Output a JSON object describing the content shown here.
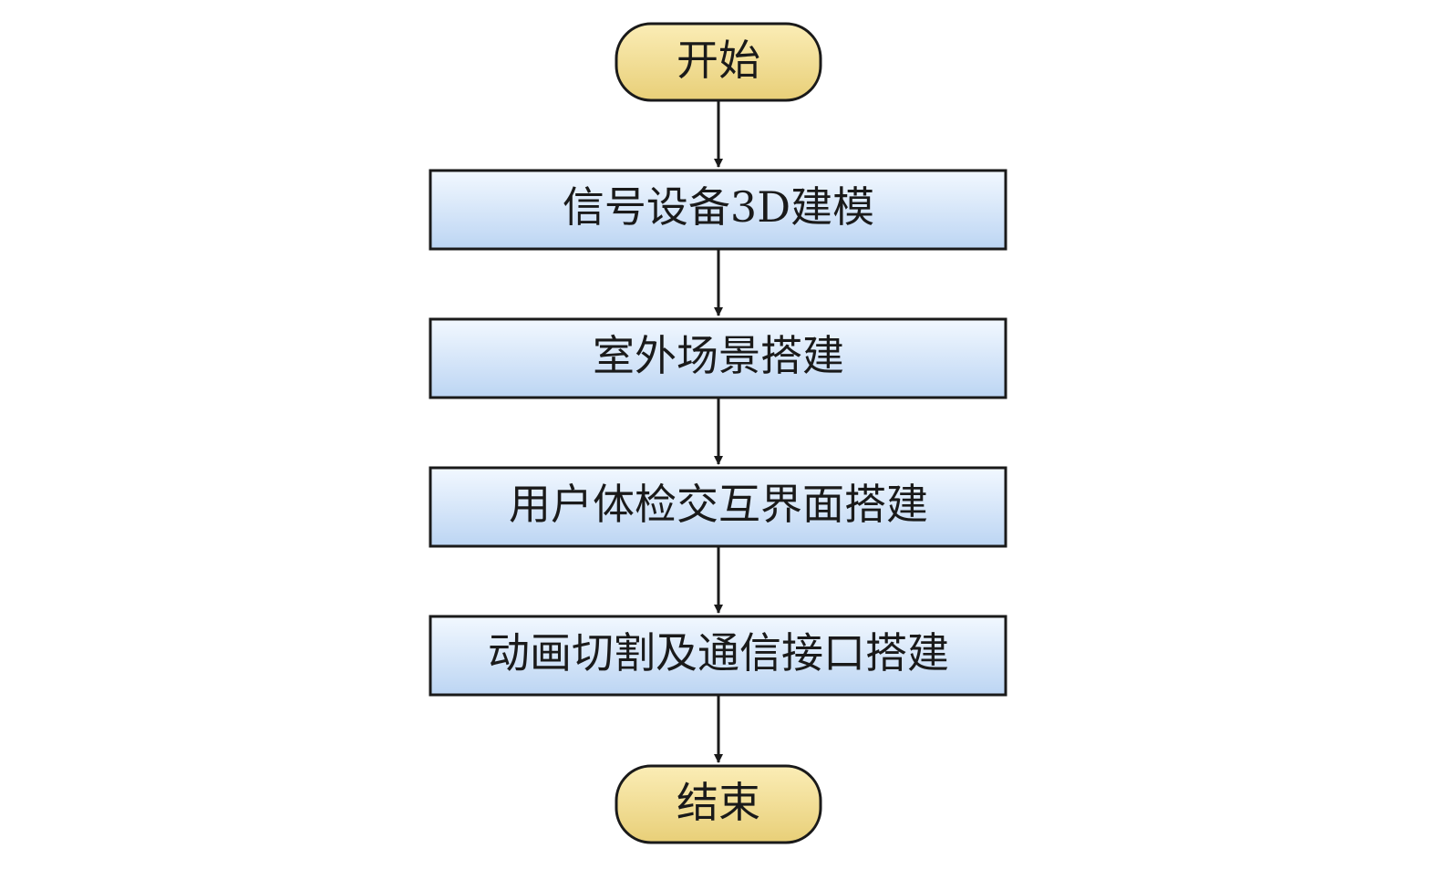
{
  "flowchart": {
    "start": {
      "label": "开始"
    },
    "steps": [
      {
        "label": "信号设备3D建模"
      },
      {
        "label": "室外场景搭建"
      },
      {
        "label": "用户体检交互界面搭建"
      },
      {
        "label": "动画切割及通信接口搭建"
      }
    ],
    "end": {
      "label": "结束"
    }
  },
  "colors": {
    "terminal_fill_top": "#fbedb6",
    "terminal_fill_bottom": "#e8cf78",
    "process_fill_top": "#f2f8ff",
    "process_fill_bottom": "#bcd5f3",
    "stroke": "#1a1a1a"
  }
}
